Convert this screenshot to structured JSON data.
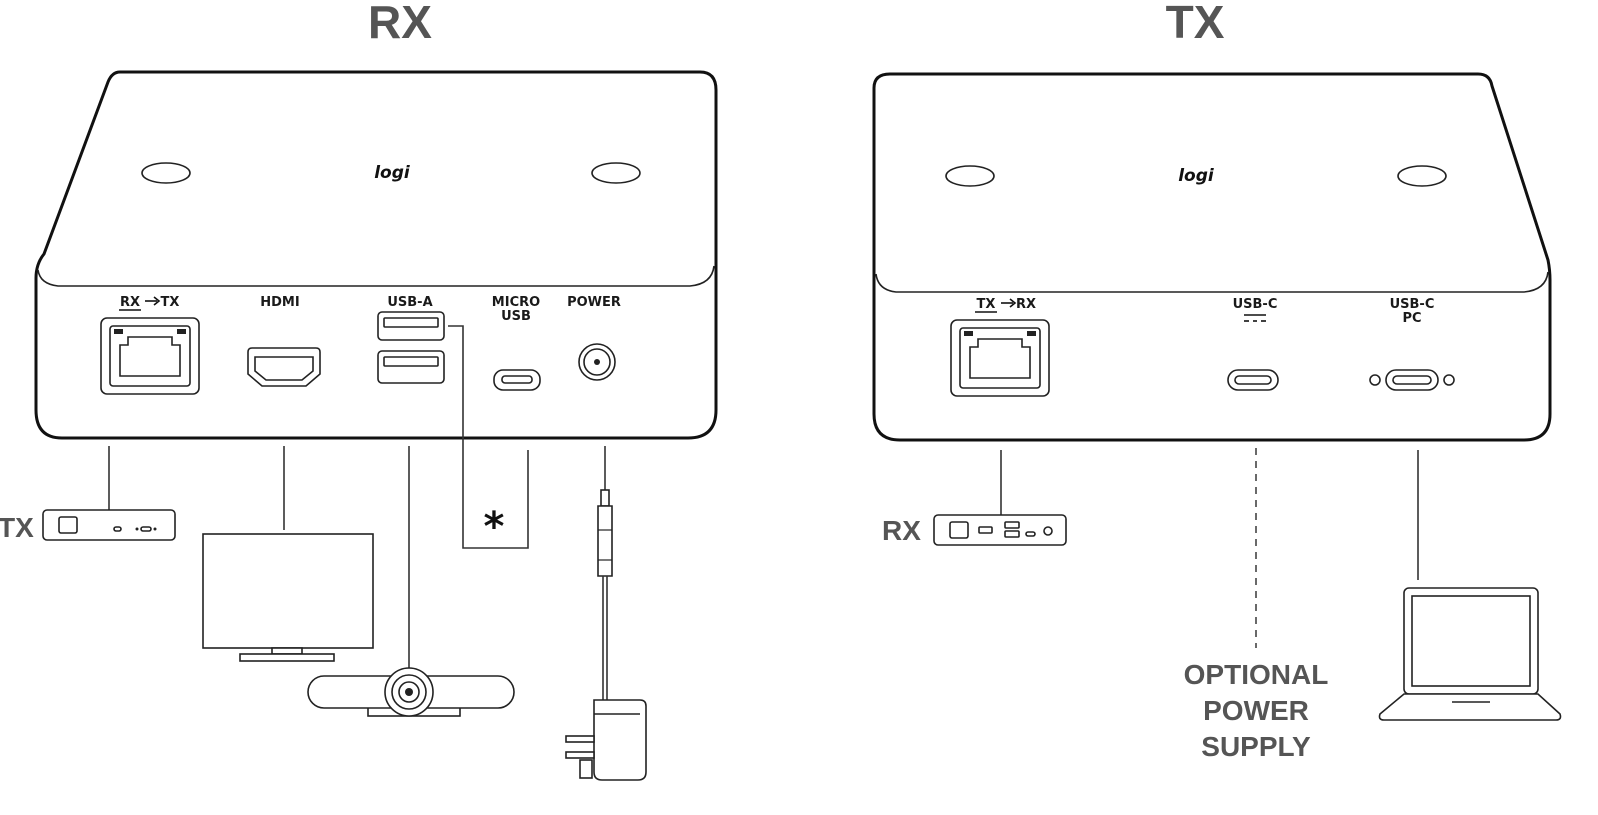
{
  "titles": {
    "rx": "RX",
    "tx": "TX"
  },
  "rx_unit": {
    "logo": "logi",
    "ports": {
      "rx_tx_left": "RX",
      "rx_tx_right": "TX",
      "hdmi": "HDMI",
      "usb_a": "USB-A",
      "micro_usb_line1": "MICRO",
      "micro_usb_line2": "USB",
      "power": "POWER"
    },
    "connected_label": "TX",
    "asterisk": "*"
  },
  "tx_unit": {
    "logo": "logi",
    "ports": {
      "tx_rx_left": "TX",
      "tx_rx_right": "RX",
      "usb_c_power": "USB-C",
      "usb_c_pc_line1": "USB-C",
      "usb_c_pc_line2": "PC"
    },
    "connected_label": "RX",
    "optional_power": [
      "OPTIONAL",
      "POWER",
      "SUPPLY"
    ]
  },
  "icons": {
    "arrow": "arrow-right-icon",
    "ethernet": "ethernet-port-icon",
    "hdmi": "hdmi-port-icon",
    "usb_a": "usb-a-port-icon",
    "micro_usb": "micro-usb-port-icon",
    "power": "power-jack-icon",
    "usb_c": "usb-c-port-icon",
    "monitor": "monitor-icon",
    "camera": "camera-icon",
    "adapter": "power-adapter-icon",
    "laptop": "laptop-icon",
    "dc_symbol": "dc-power-symbol-icon"
  }
}
